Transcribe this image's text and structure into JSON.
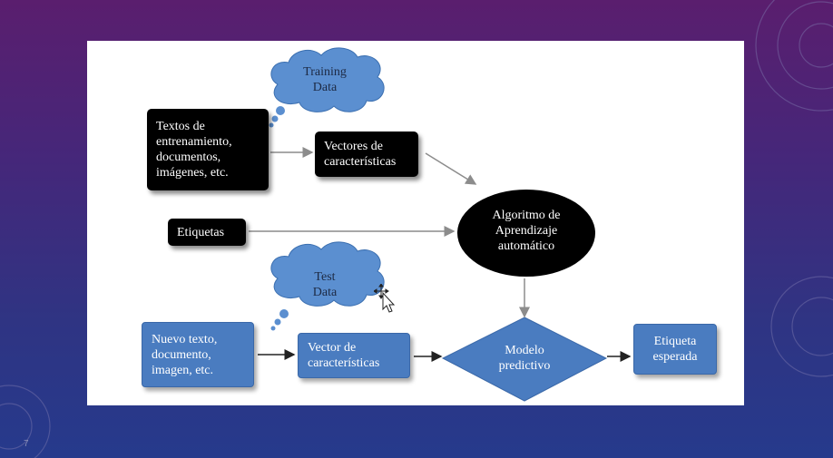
{
  "diagram": {
    "training_cloud": "Training\nData",
    "test_cloud": "Test\nData",
    "training_input": "Textos de\nentrenamiento,\ndocumentos,\nimágenes, etc.",
    "training_features": "Vectores de\ncaracterísticas",
    "labels": "Etiquetas",
    "algorithm": "Algoritmo de\nAprendizaje\nautomático",
    "new_input": "Nuevo texto,\ndocumento,\nimagen, etc.",
    "test_features": "Vector de\ncaracterísticas",
    "model": "Modelo\npredictivo",
    "output": "Etiqueta\nesperada"
  },
  "colors": {
    "dark_node": "#000000",
    "blue_node": "#4a7cc0",
    "cloud_fill": "#5b8fd0",
    "arrow": "#8c8c8c"
  },
  "slide_number": "7"
}
